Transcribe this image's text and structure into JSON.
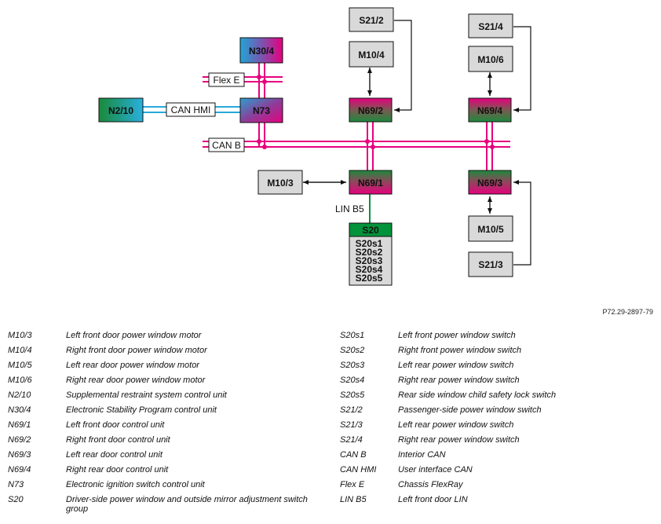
{
  "diagram": {
    "boxes": {
      "n30_4": "N30/4",
      "n2_10": "N2/10",
      "n73": "N73",
      "s21_2": "S21/2",
      "m10_4": "M10/4",
      "n69_2": "N69/2",
      "s21_4": "S21/4",
      "m10_6": "M10/6",
      "n69_4": "N69/4",
      "m10_3": "M10/3",
      "n69_1": "N69/1",
      "n69_3": "N69/3",
      "m10_5": "M10/5",
      "s21_3": "S21/3",
      "s20": "S20",
      "s20s1": "S20s1",
      "s20s2": "S20s2",
      "s20s3": "S20s3",
      "s20s4": "S20s4",
      "s20s5": "S20s5"
    },
    "buses": {
      "flex_e": "Flex E",
      "can_hmi": "CAN HMI",
      "can_b": "CAN B",
      "lin_b5": "LIN B5"
    },
    "colors": {
      "can_bus": "#e6007e",
      "hmi_bus": "#29a8d8",
      "lin_bus": "#00933b",
      "box_gray": "#d9d9d9"
    }
  },
  "reference": "P72.29-2897-79",
  "legend": {
    "left": [
      {
        "code": "M10/3",
        "desc": "Left front door power window motor"
      },
      {
        "code": "M10/4",
        "desc": "Right front door power window motor"
      },
      {
        "code": "M10/5",
        "desc": "Left rear door power window motor"
      },
      {
        "code": "M10/6",
        "desc": "Right rear door power window motor"
      },
      {
        "code": "N2/10",
        "desc": "Supplemental restraint system control unit"
      },
      {
        "code": "N30/4",
        "desc": "Electronic Stability Program control unit"
      },
      {
        "code": "N69/1",
        "desc": "Left front door control unit"
      },
      {
        "code": "N69/2",
        "desc": "Right front door control unit"
      },
      {
        "code": "N69/3",
        "desc": "Left rear door control unit"
      },
      {
        "code": "N69/4",
        "desc": "Right rear door control unit"
      },
      {
        "code": "N73",
        "desc": "Electronic ignition switch control unit"
      },
      {
        "code": "S20",
        "desc": "Driver-side power window and outside mirror adjustment switch group"
      }
    ],
    "right": [
      {
        "code": "S20s1",
        "desc": "Left front power window switch"
      },
      {
        "code": "S20s2",
        "desc": "Right front power window switch"
      },
      {
        "code": "S20s3",
        "desc": "Left rear power window switch"
      },
      {
        "code": "S20s4",
        "desc": "Right rear power window switch"
      },
      {
        "code": "S20s5",
        "desc": "Rear side window child safety lock switch"
      },
      {
        "code": "S21/2",
        "desc": "Passenger-side power window switch"
      },
      {
        "code": "S21/3",
        "desc": "Left rear power window switch"
      },
      {
        "code": "S21/4",
        "desc": "Right rear power window switch"
      },
      {
        "code": "CAN B",
        "desc": "Interior CAN"
      },
      {
        "code": "CAN HMI",
        "desc": "User interface CAN"
      },
      {
        "code": "Flex E",
        "desc": "Chassis FlexRay"
      },
      {
        "code": "LIN B5",
        "desc": "Left front door LIN"
      }
    ]
  }
}
